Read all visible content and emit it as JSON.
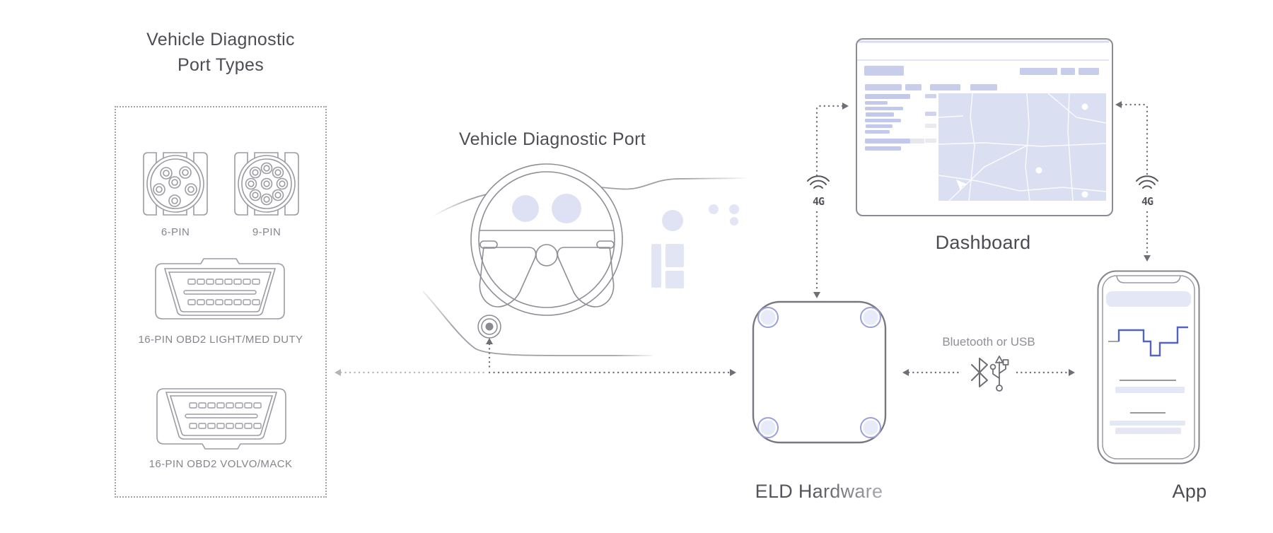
{
  "colors": {
    "accent": "#c8cdeb",
    "lavender_fill": "#e2e5f4",
    "map_background": "#dbdff2",
    "outline_gray": "#8e8e96",
    "heading_text": "#4d4d55",
    "muted_text": "#85858d",
    "connector_ring": "#99a0dd",
    "chart_line": "#5563bd",
    "dotted_connector": "#6f6f77"
  },
  "port_types": {
    "title_line1": "Vehicle Diagnostic",
    "title_line2": "Port Types",
    "connectors": [
      {
        "label": "6-PIN"
      },
      {
        "label": "9-PIN"
      },
      {
        "label": "16-PIN OBD2 LIGHT/MED DUTY"
      },
      {
        "label": "16-PIN OBD2 VOLVO/MACK"
      }
    ]
  },
  "vehicle": {
    "title": "Vehicle Diagnostic Port"
  },
  "dashboard": {
    "label": "Dashboard"
  },
  "eld": {
    "label": "ELD Hardware"
  },
  "app": {
    "label": "App"
  },
  "connections": {
    "eld_dashboard": {
      "label": "4G"
    },
    "dashboard_app": {
      "label": "4G"
    },
    "eld_app": {
      "label": "Bluetooth or USB"
    }
  }
}
